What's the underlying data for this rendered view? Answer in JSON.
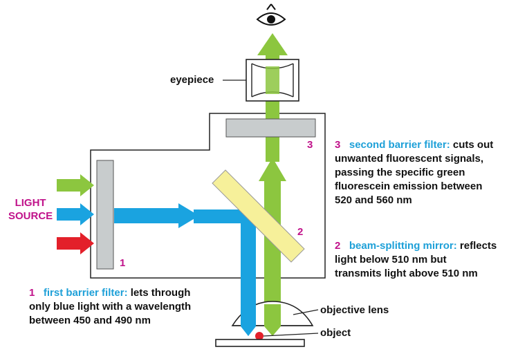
{
  "light_source": {
    "line1": "LIGHT",
    "line2": "SOURCE"
  },
  "labels": {
    "eyepiece": "eyepiece",
    "objective_lens": "objective lens",
    "object": "object",
    "marker_1": "1",
    "marker_2": "2",
    "marker_3": "3"
  },
  "captions": {
    "barrier1": {
      "number": "1",
      "title": "first barrier filter:",
      "first_text": "lets through",
      "lines": [
        "only blue light with a wavelength",
        "between 450 and 490 nm"
      ]
    },
    "mirror": {
      "number": "2",
      "title": "beam-splitting mirror:",
      "first_text": "reflects",
      "lines": [
        "light below 510 nm but",
        "transmits light above 510 nm"
      ]
    },
    "barrier2": {
      "number": "3",
      "title": "second barrier filter:",
      "first_text": "cuts out",
      "lines": [
        "unwanted fluorescent signals,",
        "passing the specific green",
        "fluorescein emission between",
        "520 and 560 nm"
      ]
    }
  },
  "colors": {
    "blue": "#1aa3e0",
    "green": "#8cc63f",
    "red": "#e3202a",
    "filter_gray": "#c8cccd",
    "mirror_yellow": "#f6f09a",
    "accent_pink": "#c0128a"
  }
}
